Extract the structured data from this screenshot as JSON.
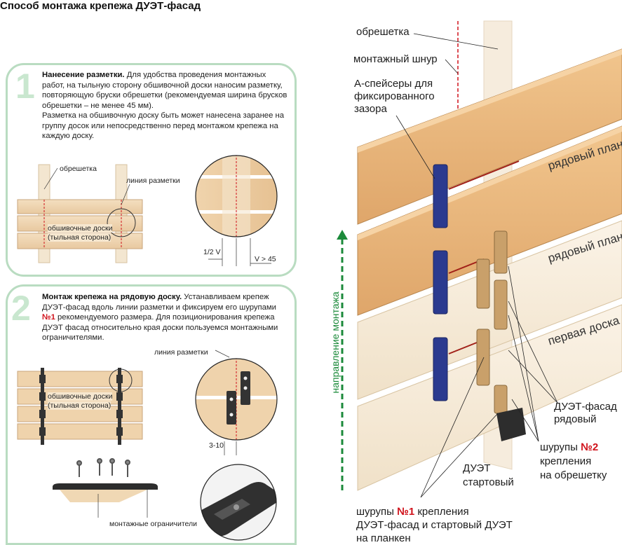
{
  "title": "Способ монтажа крепежа ДУЭТ-фасад",
  "step1": {
    "num": "1",
    "heading": "Нанесение разметки.",
    "text": " Для удобства проведения монтажных работ, на тыльную сторону обшивочной доски наносим разметку, повторяющую бруски обрешетки (рекомендуемая ширина брусков обрешетки – не менее 45 мм).",
    "text2": "Разметка на обшивочную доску быть может нанесена заранее на группу досок или непосредственно перед монтажом крепежа на каждую доску.",
    "label_batten": "обрешетка",
    "label_mark_line": "линия разметки",
    "label_boards_1": "обшивочные доски",
    "label_boards_2": "(тыльная сторона)",
    "dim_half": "1/2 V",
    "dim_v": "V > 45"
  },
  "step2": {
    "num": "2",
    "heading": "Монтаж крепежа на рядовую доску.",
    "text_a": " Устанавливаем крепеж ДУЭТ-фасад вдоль линии разметки и фиксируем его шурупами ",
    "text_num": "№1",
    "text_b": " рекомендуемого размера. Для позиционирования крепежа ДУЭТ фасад относительно края доски пользуемся монтажными ограничителями.",
    "label_boards_1": "обшивочные доски",
    "label_boards_2": "(тыльная сторона)",
    "label_mark_line": "линия разметки",
    "dim": "3-10",
    "label_limiters": "монтажные ограничители"
  },
  "right": {
    "label_batten": "обрешетка",
    "label_cord": "монтажный шнур",
    "label_spacers_1": "А-спейсеры для",
    "label_spacers_2": "фиксированного",
    "label_spacers_3": "зазора",
    "plank_1": "рядовый планкен",
    "plank_2": "рядовый планкен",
    "plank_3": "первая доска",
    "direction": "направление монтажа",
    "label_duet_row_1": "ДУЭТ-фасад",
    "label_duet_row_2": "рядовый",
    "label_screws2_a": "шурупы ",
    "label_screws2_num": "№2",
    "label_screws2_b": "крепления",
    "label_screws2_c": "на обрешетку",
    "label_duet_start_1": "ДУЭТ",
    "label_duet_start_2": "стартовый",
    "label_screws1_a": "шурупы ",
    "label_screws1_num": "№1",
    "label_screws1_b": " крепления",
    "label_screws1_c": "ДУЭТ-фасад и стартовый ДУЭТ",
    "label_screws1_d": "на планкен"
  },
  "colors": {
    "panel_border": "#b9dcc1",
    "step_number": "#c9e7cf",
    "arrow_green": "#1b8a3a",
    "accent_red": "#d0121b",
    "spacer_blue": "#2b3a8f",
    "wood_dark": "#e3b27a",
    "wood_light": "#f3e3c8"
  }
}
